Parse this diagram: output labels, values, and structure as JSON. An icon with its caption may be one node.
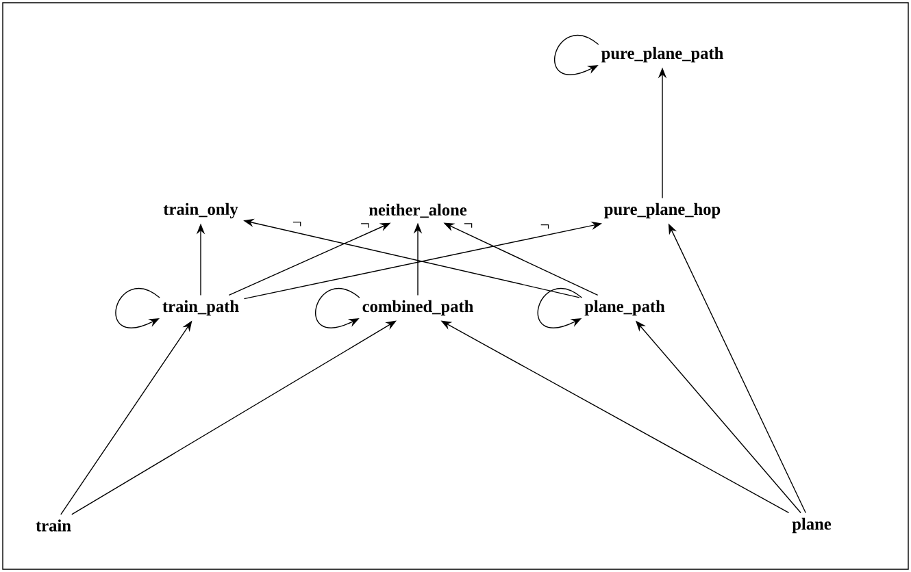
{
  "diagram": {
    "nodes": [
      {
        "text": [
          "pure_plane_path"
        ]
      },
      {
        "text": [
          "train_only"
        ]
      },
      {
        "text": [
          "neither_alone"
        ]
      },
      {
        "text": [
          "pure_plane_hop"
        ]
      },
      {
        "text": [
          "train_path"
        ]
      },
      {
        "text": [
          "combined_path"
        ]
      },
      {
        "text": [
          "plane_path"
        ]
      },
      {
        "text": [
          "train"
        ]
      },
      {
        "text": [
          "plane"
        ]
      }
    ],
    "edges": [
      {
        "from": 0,
        "to": 0,
        "arrow": "to"
      },
      {
        "from": 3,
        "to": 0,
        "arrow": "to"
      },
      {
        "from": 4,
        "to": 1,
        "arrow": "to"
      },
      {
        "from": 4,
        "to": 2,
        "arrow": "to",
        "label": "¬"
      },
      {
        "from": 4,
        "to": 3,
        "arrow": "to",
        "label": "¬"
      },
      {
        "from": 5,
        "to": 2,
        "arrow": "to"
      },
      {
        "from": 6,
        "to": 1,
        "arrow": "to",
        "label": "¬"
      },
      {
        "from": 6,
        "to": 2,
        "arrow": "to",
        "label": "¬"
      },
      {
        "from": 4,
        "to": 4,
        "arrow": "to"
      },
      {
        "from": 5,
        "to": 5,
        "arrow": "to"
      },
      {
        "from": 6,
        "to": 6,
        "arrow": "to"
      },
      {
        "from": 7,
        "to": 4,
        "arrow": "to"
      },
      {
        "from": 7,
        "to": 5,
        "arrow": "to"
      },
      {
        "from": 8,
        "to": 5,
        "arrow": "to"
      },
      {
        "from": 8,
        "to": 6,
        "arrow": "to"
      },
      {
        "from": 8,
        "to": 3,
        "arrow": "to"
      }
    ]
  }
}
